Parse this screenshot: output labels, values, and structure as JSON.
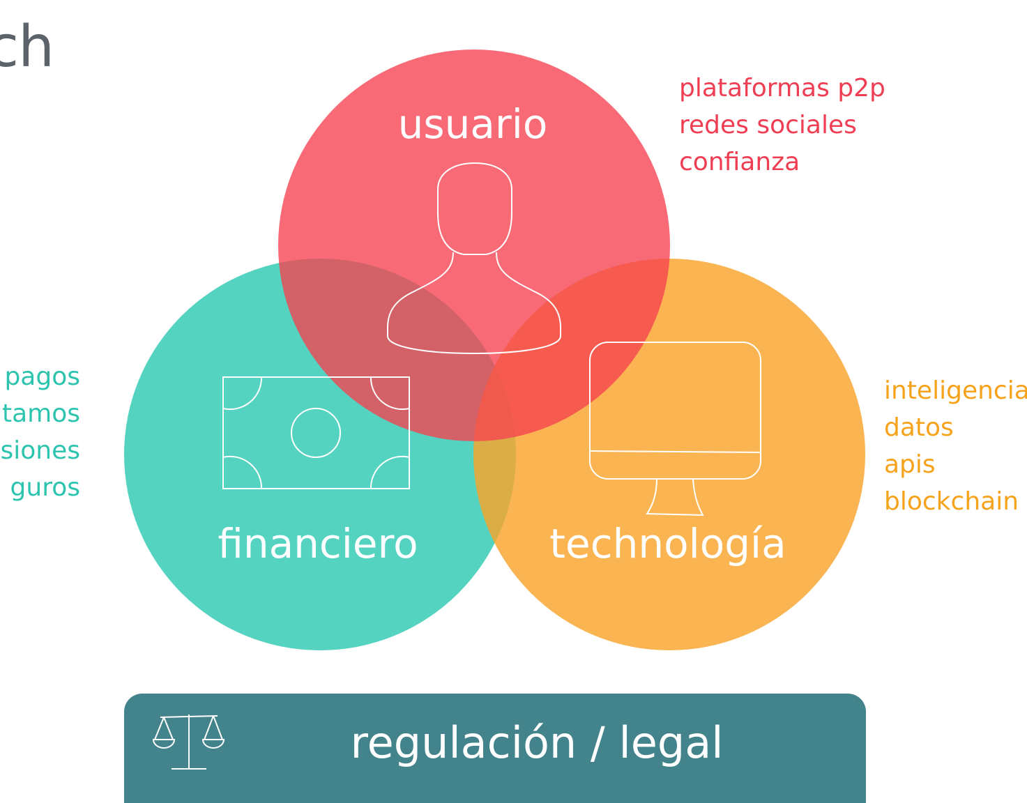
{
  "title_fragment": "ch",
  "circles": {
    "usuario": {
      "label": "usuario",
      "color": "#f7636f",
      "icon": "user-icon"
    },
    "financiero": {
      "label": "financiero",
      "color": "#4fd3c2",
      "icon": "banknote-icon"
    },
    "tecnologia": {
      "label": "technología",
      "color": "#fab14f",
      "icon": "monitor-icon"
    }
  },
  "lists": {
    "usuario": [
      "plataformas p2p",
      "redes sociales",
      "confianza"
    ],
    "financiero": [
      "pagos",
      "tamos",
      "siones",
      "guros"
    ],
    "tecnologia": [
      "inteligencia",
      "datos",
      "apis",
      "blockchain"
    ]
  },
  "list_colors": {
    "usuario": "#ef3e53",
    "financiero": "#2cc4ae",
    "tecnologia": "#f7a21b"
  },
  "regulation": {
    "label": "regulación / legal",
    "color": "#43838b",
    "icon": "scales-icon"
  }
}
